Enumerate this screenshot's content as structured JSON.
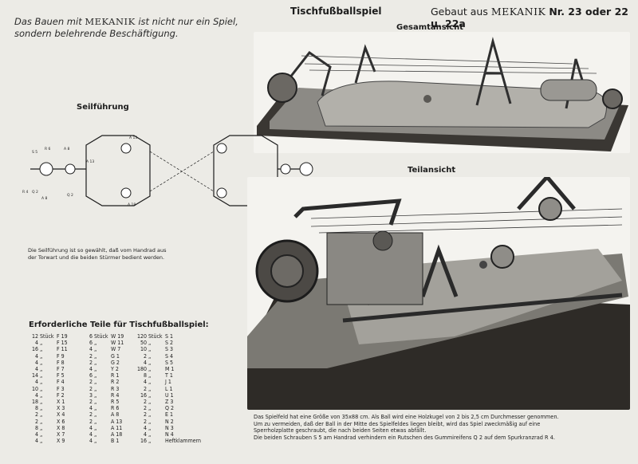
{
  "intro": {
    "line1_pre": "Das Bauen mit",
    "brand": "MEKANIK",
    "line1_post": "ist nicht nur ein Spiel,",
    "line2": "sondern belehrende Beschäftigung."
  },
  "header": {
    "title": "Tischfußballspiel",
    "built_pre": "Gebaut aus",
    "brand": "MEKANIK",
    "built_models": "Nr. 23 oder 22 u. 22a"
  },
  "views": {
    "overall": "Gesamtansicht",
    "partial": "Teilansicht"
  },
  "rope": {
    "heading": "Seilführung",
    "caption_line1": "Die Seilführung ist so gewählt, daß vom Handrad aus",
    "caption_line2": "der Torwart und die beiden Stürmer bedient werden.",
    "labels": [
      "S 5",
      "R 6",
      "A 8",
      "A 13",
      "A 13",
      "A 18",
      "R 4",
      "Q 2",
      "A 8",
      "Q 2"
    ]
  },
  "parts": {
    "heading": "Erforderliche Teile für Tischfußballspiel:",
    "rows": [
      [
        "12",
        "Stück",
        "F 19",
        "6",
        "Stück",
        "W 19",
        "120",
        "Stück",
        "S 1"
      ],
      [
        "4",
        "„",
        "F 15",
        "6",
        "„",
        "W 11",
        "50",
        "„",
        "S 2"
      ],
      [
        "16",
        "„",
        "F 11",
        "4",
        "„",
        "W 7",
        "10",
        "„",
        "S 3"
      ],
      [
        "4",
        "„",
        "F 9",
        "2",
        "„",
        "G 1",
        "2",
        "„",
        "S 4"
      ],
      [
        "4",
        "„",
        "F 8",
        "2",
        "„",
        "G 2",
        "4",
        "„",
        "S 5"
      ],
      [
        "4",
        "„",
        "F 7",
        "4",
        "„",
        "Y 2",
        "180",
        "„",
        "M 1"
      ],
      [
        "14",
        "„",
        "F 5",
        "6",
        "„",
        "R 1",
        "8",
        "„",
        "T 1"
      ],
      [
        "4",
        "„",
        "F 4",
        "2",
        "„",
        "R 2",
        "4",
        "„",
        "J 1"
      ],
      [
        "10",
        "„",
        "F 3",
        "2",
        "„",
        "R 3",
        "2",
        "„",
        "L 1"
      ],
      [
        "4",
        "„",
        "F 2",
        "3",
        "„",
        "R 4",
        "16",
        "„",
        "U 1"
      ],
      [
        "18",
        "„",
        "X 1",
        "2",
        "„",
        "R 5",
        "2",
        "„",
        "Z 3"
      ],
      [
        "8",
        "„",
        "X 3",
        "4",
        "„",
        "R 6",
        "2",
        "„",
        "Q 2"
      ],
      [
        "2",
        "„",
        "X 4",
        "2",
        "„",
        "A 8",
        "2",
        "„",
        "E 1"
      ],
      [
        "2",
        "„",
        "X 6",
        "2",
        "„",
        "A 13",
        "2",
        "„",
        "N 2"
      ],
      [
        "8",
        "„",
        "X 8",
        "4",
        "„",
        "A 11",
        "4",
        "„",
        "N 3"
      ],
      [
        "4",
        "„",
        "X 7",
        "4",
        "„",
        "A 18",
        "4",
        "„",
        "N 4"
      ],
      [
        "4",
        "„",
        "X 9",
        "4",
        "„",
        "B 1",
        "16",
        "„",
        "Heftklammern"
      ]
    ]
  },
  "description": {
    "line1": "Das Spielfeld hat eine Größe von 35x88 cm. Als Ball wird eine Holzkugel von 2 bis 2,5 cm Durchmesser genommen.",
    "line2": "Um zu vermeiden, daß der Ball in der Mitte des Spielfeldes liegen bleibt, wird das Spiel zweckmäßig auf eine",
    "line3": "Sperrholzplatte geschraubt, die nach beiden Seiten etwas abfällt.",
    "line4": "Die beiden Schrauben S 5 am Handrad verhindern ein Rutschen des Gummireifens Q 2 auf dem Spurkranzrad R 4."
  }
}
